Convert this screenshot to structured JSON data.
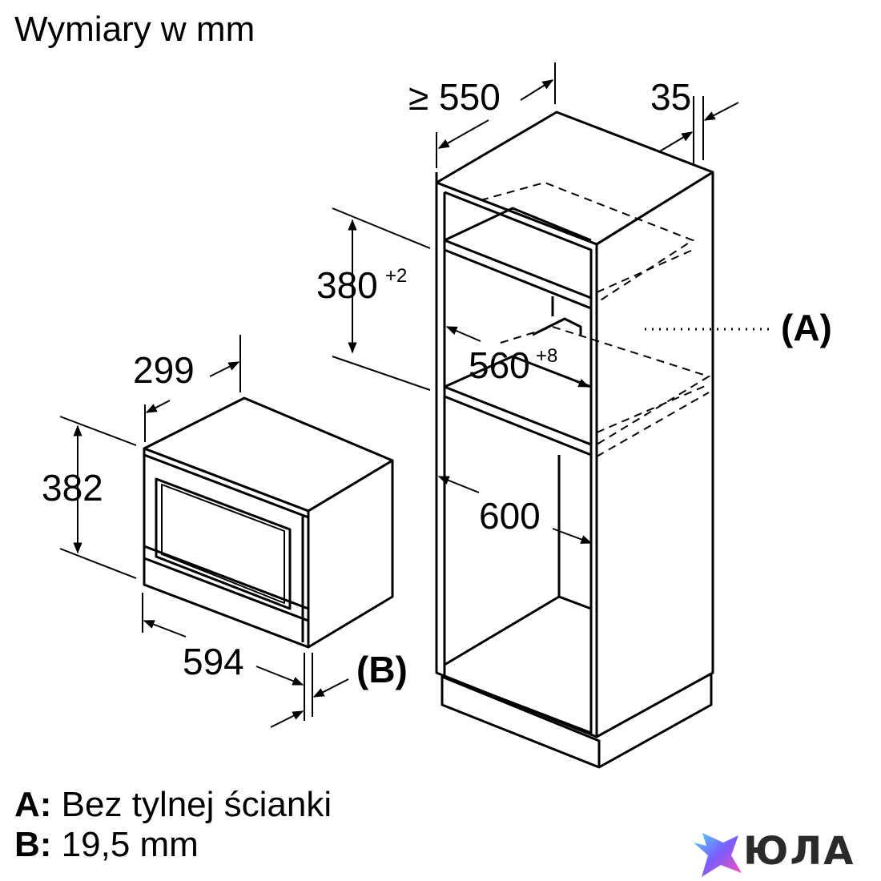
{
  "title": "Wymiary w mm",
  "labels": {
    "depth_cabinet": "≥ 550",
    "back_gap": "35",
    "niche_height": "380",
    "niche_height_tol": "+2",
    "niche_width": "560",
    "niche_width_tol": "+8",
    "cabinet_width": "600",
    "marker_a": "(A)",
    "appliance_depth": "299",
    "appliance_height": "382",
    "appliance_width": "594",
    "marker_b": "(B)"
  },
  "legend": [
    {
      "key": "A:",
      "text": "Bez tylnej ścianki"
    },
    {
      "key": "B:",
      "text": "19,5 mm"
    }
  ],
  "logo": {
    "text": "ЮЛА",
    "icon": "star-logo-icon"
  }
}
